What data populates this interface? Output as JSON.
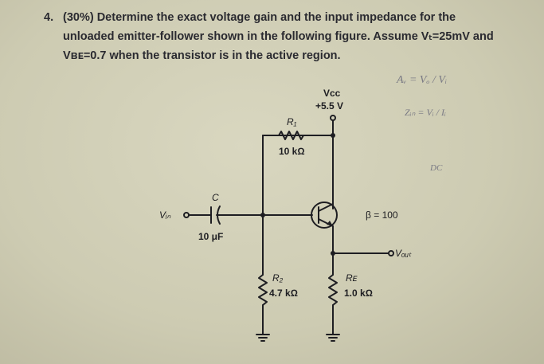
{
  "question": {
    "number": "4.",
    "lines": [
      "(30%) Determine the exact voltage gain and the input impedance for the",
      "unloaded emitter-follower shown in the following figure. Assume Vₜ=25mV and",
      "Vʙᴇ=0.7 when the transistor is in the active region."
    ]
  },
  "circuit": {
    "vcc_label": "Vᴄᴄ",
    "vcc_value": "+5.5 V",
    "r1_label": "R₁",
    "r1_value": "10 kΩ",
    "r2_label": "R₂",
    "r2_value": "4.7 kΩ",
    "re_label": "Rᴇ",
    "re_value": "1.0 kΩ",
    "cap_label": "C",
    "cap_value": "10 μF",
    "vin_label": "Vᵢₙ",
    "vout_label": "Vₒᵤₜ",
    "beta_label": "β = 100"
  },
  "handwriting": {
    "av": "Aᵥ = Vₒ / Vᵢ",
    "zin": "Zᵢₙ = Vᵢ / Iᵢ",
    "dc": "DC"
  }
}
